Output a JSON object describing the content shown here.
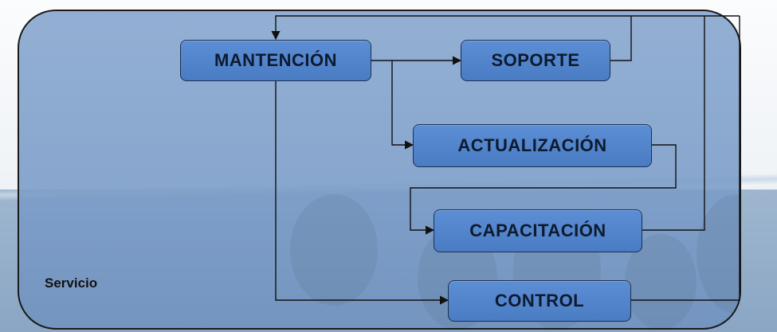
{
  "diagram": {
    "container_label": "Servicio",
    "nodes": {
      "mantencion": "MANTENCIÓN",
      "soporte": "SOPORTE",
      "actualizacion": "ACTUALIZACIÓN",
      "capacitacion": "CAPACITACIÓN",
      "control": "CONTROL"
    },
    "edges": [
      [
        "MANTENCIÓN",
        "SOPORTE"
      ],
      [
        "MANTENCIÓN",
        "ACTUALIZACIÓN"
      ],
      [
        "ACTUALIZACIÓN",
        "CAPACITACIÓN"
      ],
      [
        "MANTENCIÓN",
        "CONTROL"
      ],
      [
        "SOPORTE",
        "MANTENCIÓN"
      ],
      [
        "CAPACITACIÓN",
        "MANTENCIÓN"
      ],
      [
        "CONTROL",
        "MANTENCIÓN"
      ]
    ]
  },
  "colors": {
    "node_fill": "#4a7cc4",
    "panel_fill": "#8aa8d0",
    "line": "#111111"
  }
}
